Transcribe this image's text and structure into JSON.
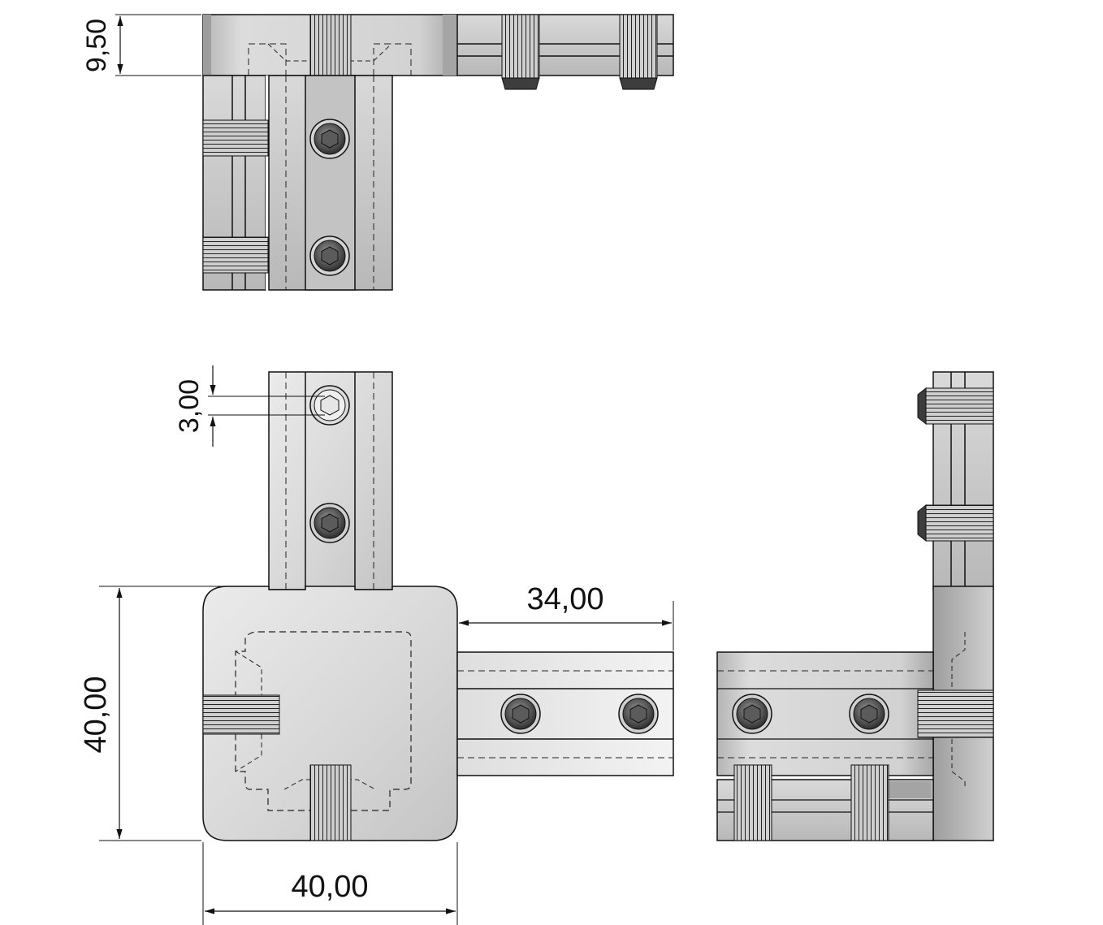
{
  "colors": {
    "line": "#111111",
    "body_light": "#e3e3e3",
    "body_mid": "#c8c8c8",
    "body_dark": "#a9a9a9",
    "screw": "#3a3a3a",
    "background": "#ffffff"
  },
  "dimensions": {
    "top_thickness": "9,50",
    "hole_offset": "3,00",
    "front_height": "40,00",
    "front_width": "40,00",
    "arm_length": "34,00"
  }
}
